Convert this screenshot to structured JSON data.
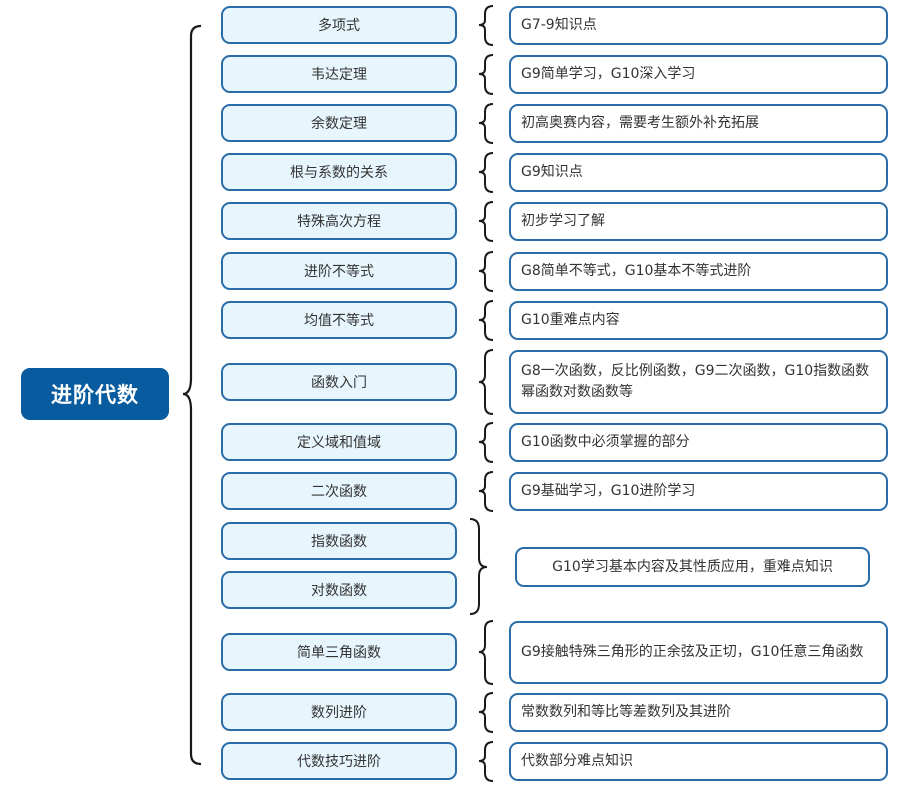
{
  "root": {
    "label": "进阶代数",
    "color": "#075b9e"
  },
  "colors": {
    "topic_fill": "#e7f5fd",
    "topic_border": "#2a6ca8",
    "note_fill": "#ffffff",
    "brace": "#1a1a1a"
  },
  "topics": [
    {
      "label": "多项式",
      "note": "G7-9知识点"
    },
    {
      "label": "韦达定理",
      "note": "G9简单学习，G10深入学习"
    },
    {
      "label": "余数定理",
      "note": "初高奥赛内容，需要考生额外补充拓展"
    },
    {
      "label": "根与系数的关系",
      "note": "G9知识点"
    },
    {
      "label": "特殊高次方程",
      "note": "初步学习了解"
    },
    {
      "label": "进阶不等式",
      "note": "G8简单不等式，G10基本不等式进阶"
    },
    {
      "label": "均值不等式",
      "note": "G10重难点内容"
    },
    {
      "label": "函数入门",
      "note": "G8一次函数，反比例函数，G9二次函数，G10指数函数幂函数对数函数等"
    },
    {
      "label": "定义域和值域",
      "note": "G10函数中必须掌握的部分"
    },
    {
      "label": "二次函数",
      "note": "G9基础学习，G10进阶学习"
    },
    {
      "label": "指数函数",
      "note": "G10学习基本内容及其性质应用，重难点知识"
    },
    {
      "label": "对数函数",
      "note": "G10学习基本内容及其性质应用，重难点知识"
    },
    {
      "label": "简单三角函数",
      "note": "G9接触特殊三角形的正余弦及正切，G10任意三角函数"
    },
    {
      "label": "数列进阶",
      "note": "常数数列和等比等差数列及其进阶"
    },
    {
      "label": "代数技巧进阶",
      "note": "代数部分难点知识"
    }
  ],
  "shared_note": {
    "topics": [
      "指数函数",
      "对数函数"
    ],
    "text": "G10学习基本内容及其性质应用，重难点知识"
  }
}
